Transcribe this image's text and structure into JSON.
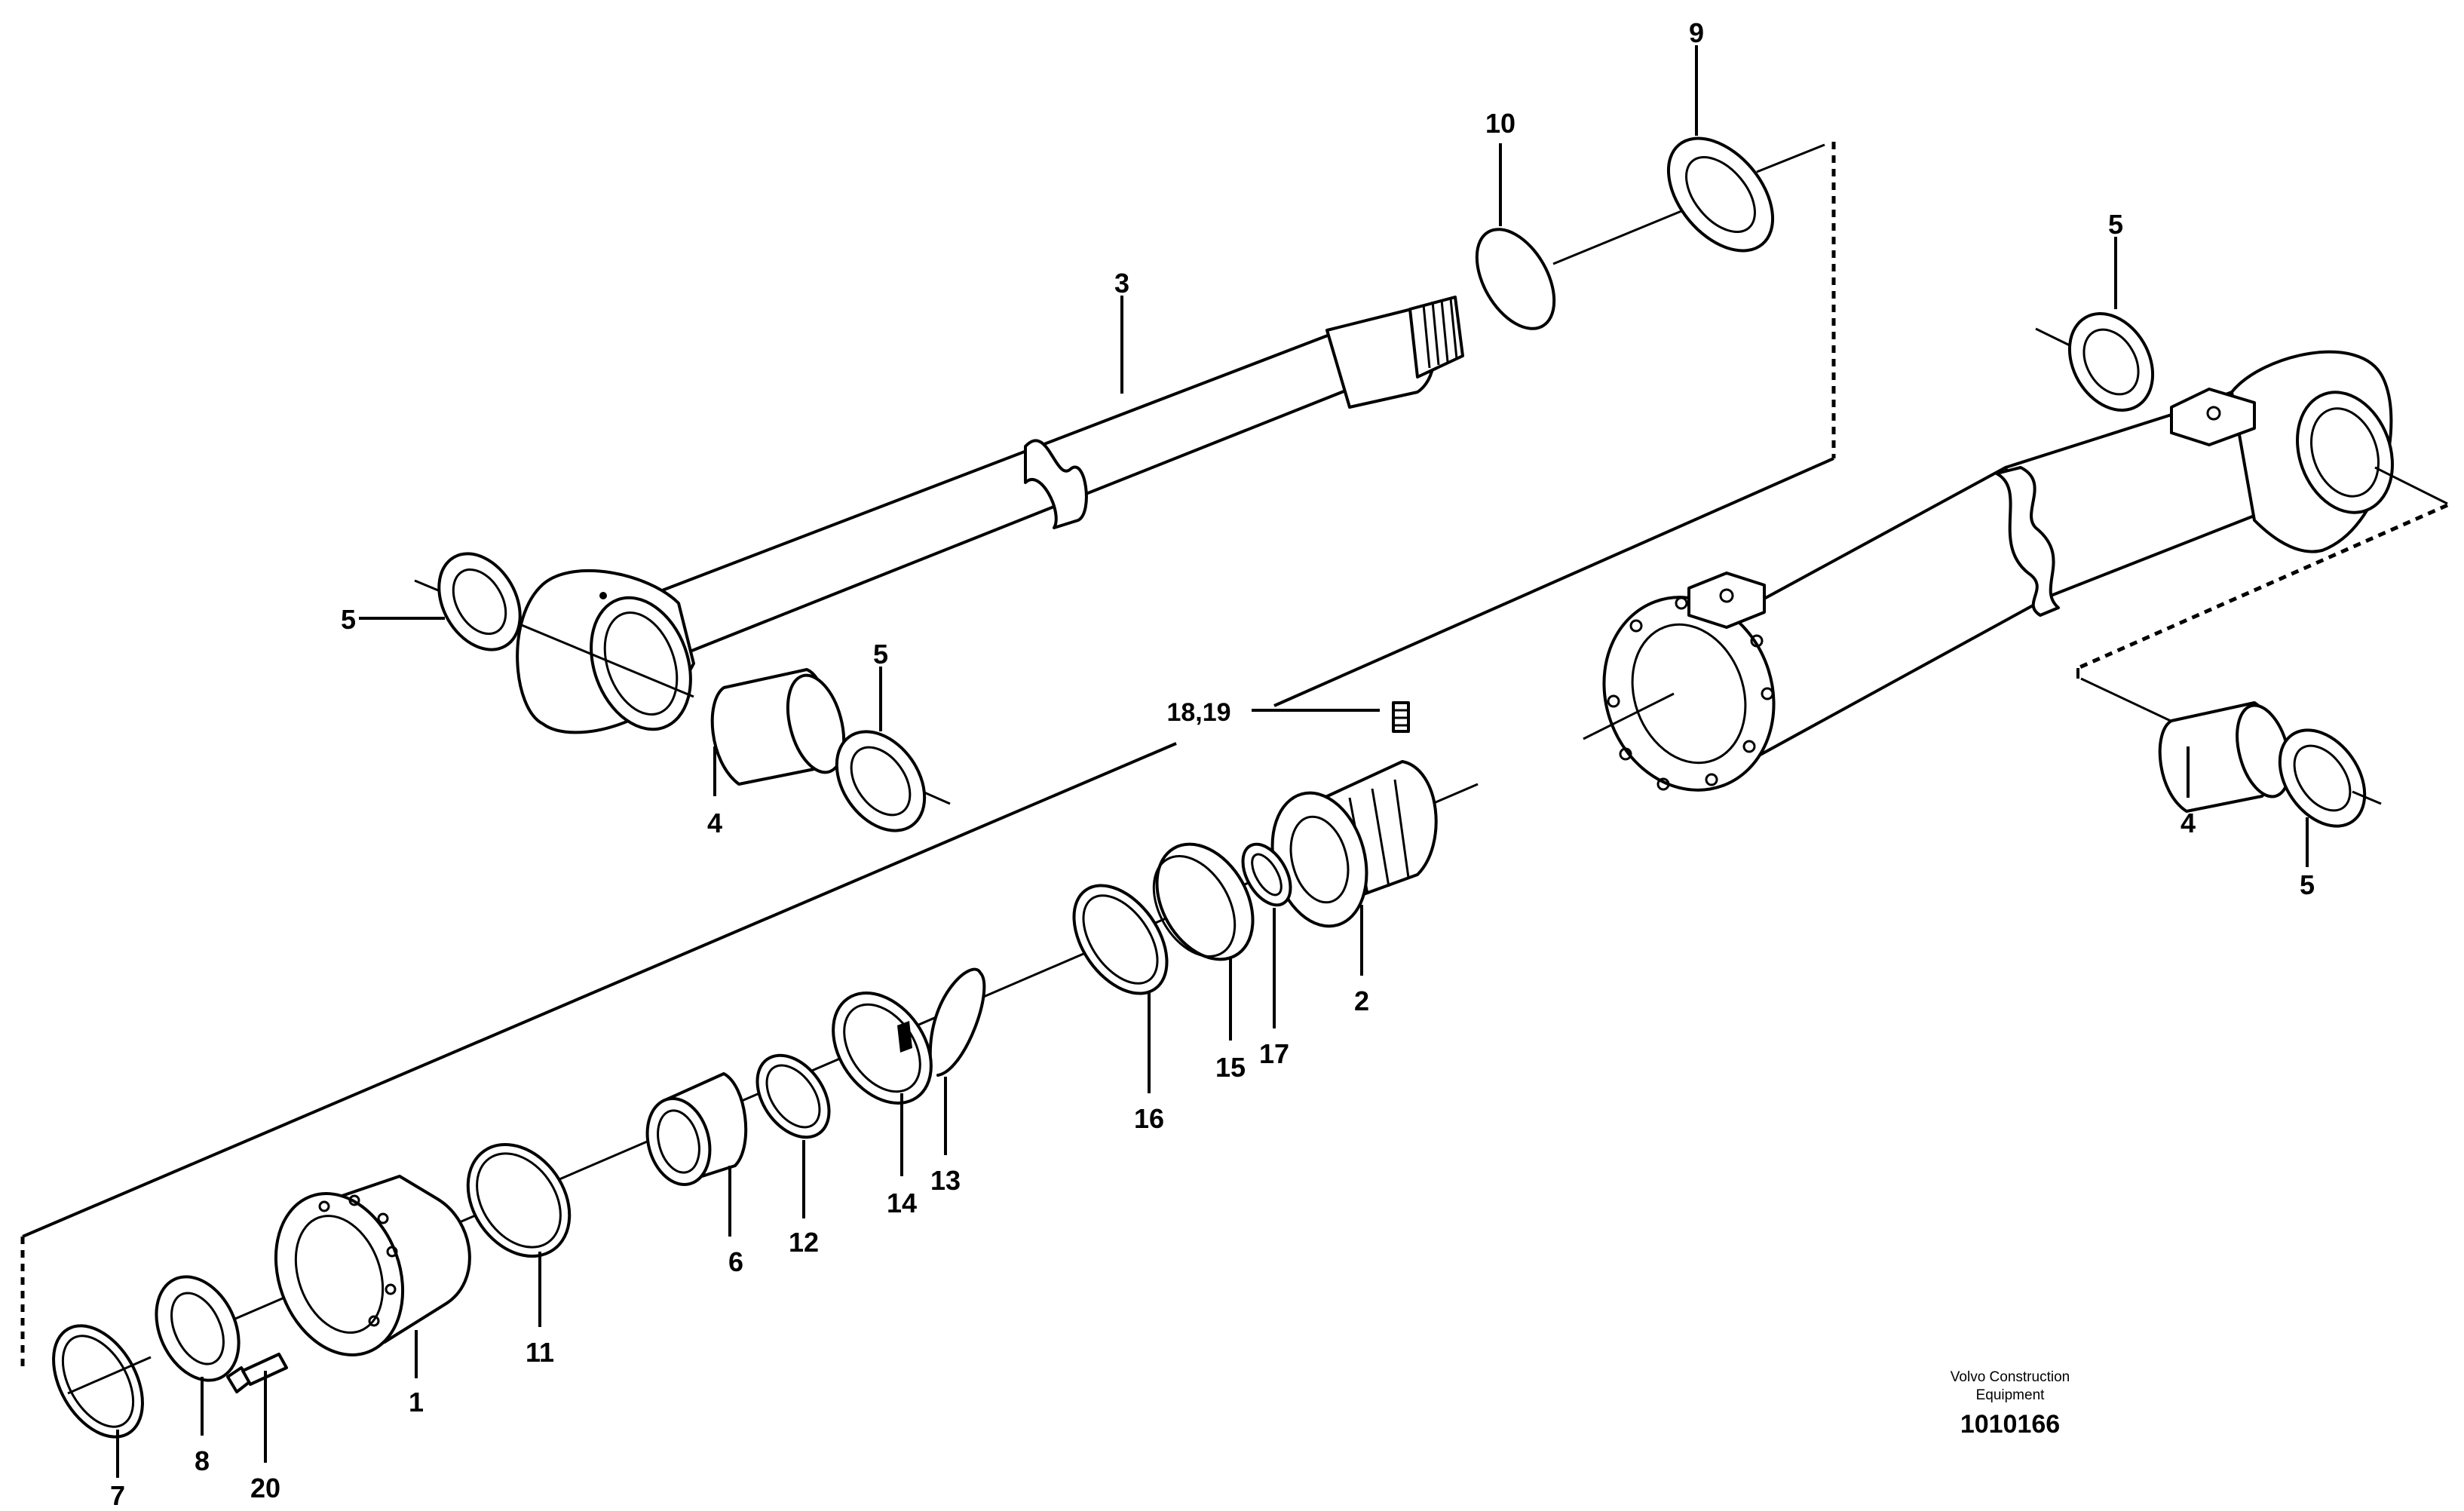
{
  "callouts": {
    "c1": "1",
    "c2": "2",
    "c3": "3",
    "c4a": "4",
    "c4b": "4",
    "c5a": "5",
    "c5b": "5",
    "c5c": "5",
    "c5d": "5",
    "c6": "6",
    "c7": "7",
    "c8": "8",
    "c9": "9",
    "c10": "10",
    "c11": "11",
    "c12": "12",
    "c13": "13",
    "c14": "14",
    "c15": "15",
    "c16": "16",
    "c17": "17",
    "c18_19": "18,19",
    "c20": "20"
  },
  "footer": {
    "brand_line1": "Volvo Construction",
    "brand_line2": "Equipment",
    "drawing_number": "1010166"
  },
  "colors": {
    "line": "#000000",
    "background": "#ffffff"
  }
}
